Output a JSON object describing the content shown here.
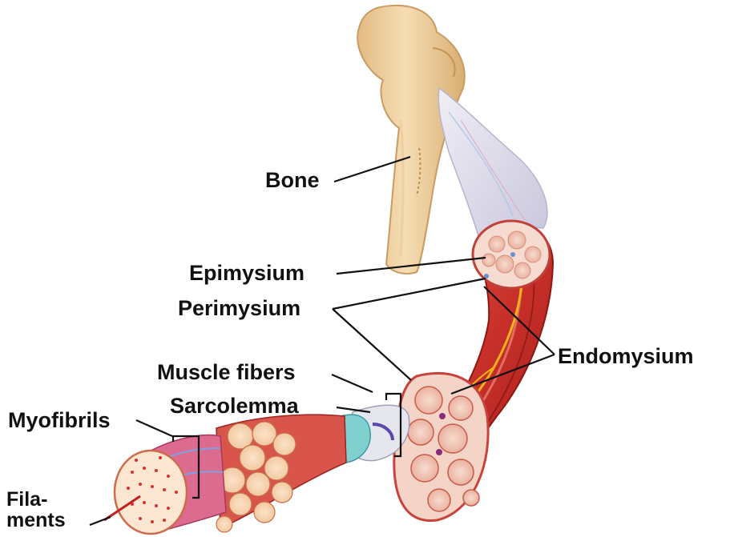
{
  "labels": {
    "bone": "Bone",
    "epimysium": "Epimysium",
    "perimysium": "Perimysium",
    "endomysium": "Endomysium",
    "muscle_fibers": "Muscle fibers",
    "sarcolemma": "Sarcolemma",
    "myofibrils": "Myofibrils",
    "filaments_line1": "Fila-",
    "filaments_line2": "ments"
  },
  "colors": {
    "bone": "#f1d2a2",
    "bone_shade": "#d9b27a",
    "tendon": "#e4e2ee",
    "muscle_red": "#cf3a2e",
    "muscle_dark": "#a81f1c",
    "fascicle_pink": "#f2c6b7",
    "nerve_yellow": "#f2b21b",
    "leader_line": "#111111"
  }
}
